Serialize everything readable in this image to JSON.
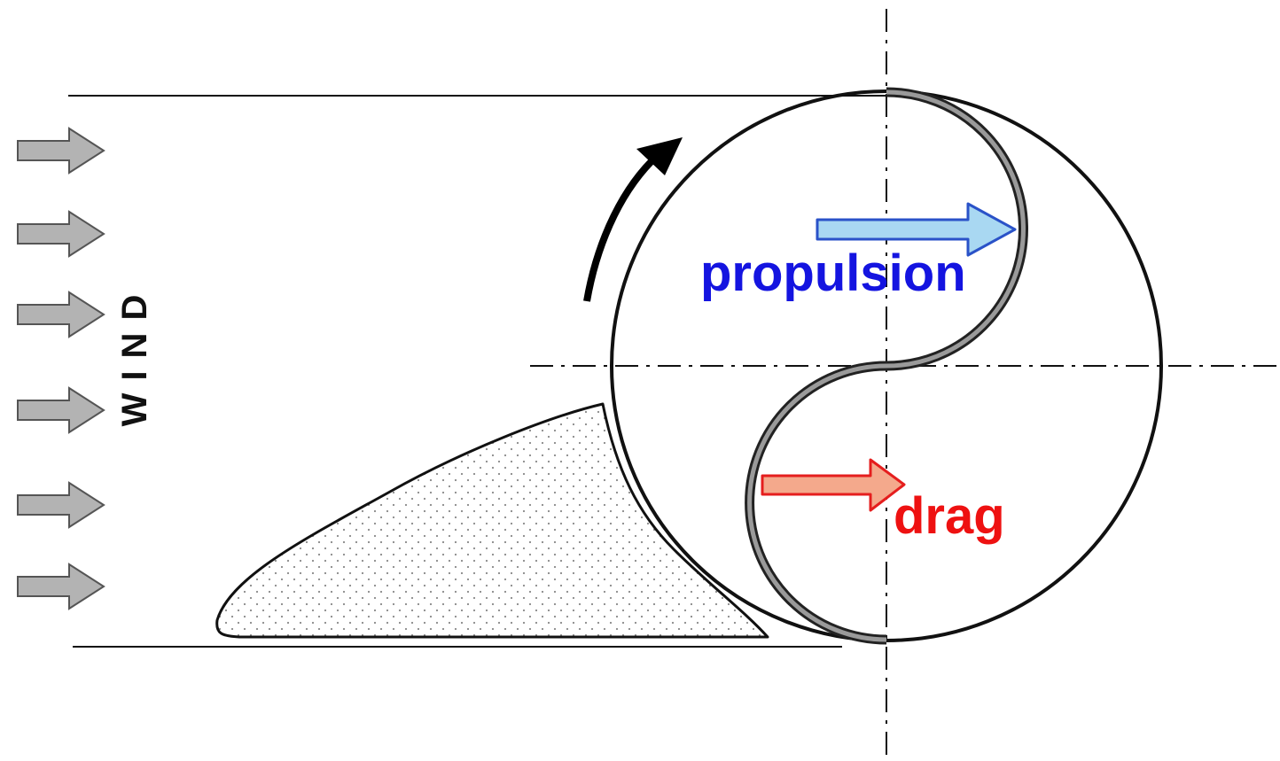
{
  "labels": {
    "wind": "WIND",
    "propulsion": "propulsion",
    "drag": "drag"
  },
  "colors": {
    "propulsion_text": "#1414e0",
    "propulsion_arrow_fill": "#a9d8f2",
    "propulsion_arrow_stroke": "#2a52c8",
    "drag_text": "#ee1111",
    "drag_arrow_fill": "#f4a98c",
    "drag_arrow_stroke": "#e51e1e",
    "wind_arrow_fill": "#b3b3b3",
    "wind_arrow_stroke": "#555555",
    "line": "#111111"
  }
}
